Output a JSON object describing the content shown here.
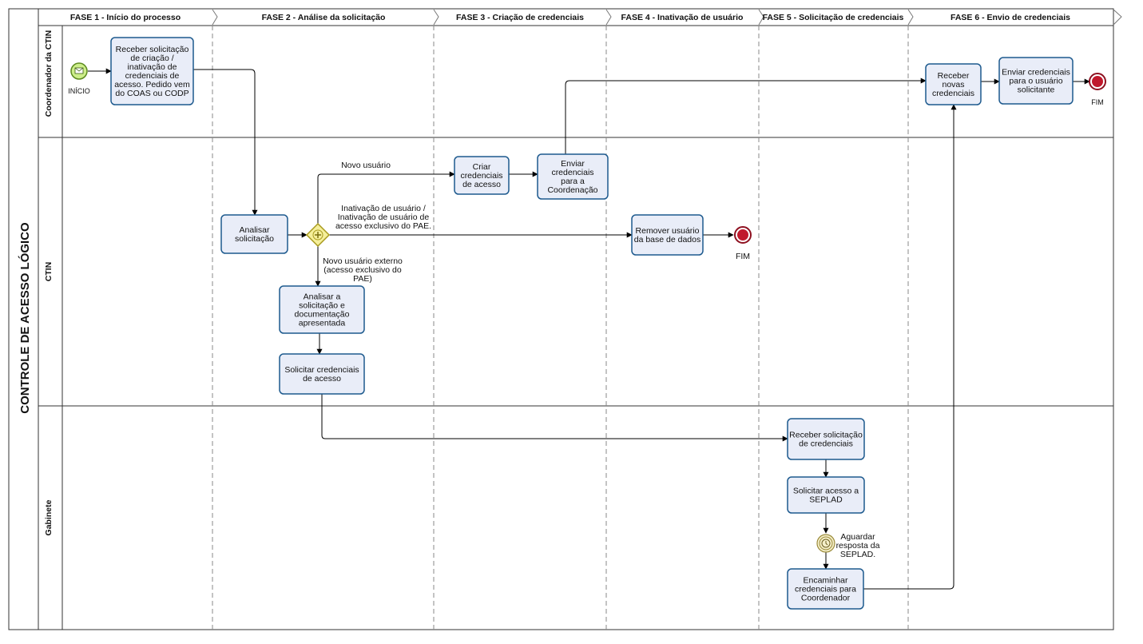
{
  "pool": {
    "title": "CONTROLE DE ACESSO LÓGICO"
  },
  "phases": [
    "FASE 1 - Início do processo",
    "FASE 2 - Análise da solicitação",
    "FASE 3 - Criação de credenciais",
    "FASE 4 - Inativação de usuário",
    "FASE 5 - Solicitação de credenciais",
    "FASE 6 - Envio de credenciais"
  ],
  "lanes": [
    "Coordenador da CTIN",
    "CTIN",
    "Gabinete"
  ],
  "tasks": {
    "receber_solicitacao": [
      "Receber solicitação",
      "de criação /",
      "inativação de",
      "credenciais de",
      "acesso. Pedido vem",
      "do COAS ou CODP"
    ],
    "analisar_solicitacao": [
      "Analisar",
      "solicitação"
    ],
    "criar_credenciais": [
      "Criar",
      "credenciais",
      "de acesso"
    ],
    "enviar_coordenacao": [
      "Enviar",
      "credenciais",
      "para a",
      "Coordenação"
    ],
    "remover_usuario": [
      "Remover usuário",
      "da base de dados"
    ],
    "analisar_documentacao": [
      "Analisar a",
      "solicitação e",
      "documentação",
      "apresentada"
    ],
    "solicitar_credenciais": [
      "Solicitar credenciais",
      "de acesso"
    ],
    "receber_novas": [
      "Receber",
      "novas",
      "credenciais"
    ],
    "enviar_usuario": [
      "Enviar credenciais",
      "para o usuário",
      "solicitante"
    ],
    "receber_solicitacao_credenciais": [
      "Receber solicitação",
      "de credenciais"
    ],
    "solicitar_acesso": [
      "Solicitar acesso a",
      "SEPLAD"
    ],
    "encaminhar_credenciais": [
      "Encaminhar",
      "credenciais para",
      "Coordenador"
    ]
  },
  "events": {
    "start_label": "INÍCIO",
    "end_coord_label": "FIM",
    "end_ctin_label": "FIM",
    "timer_label": [
      "Aguardar",
      "resposta da",
      "SEPLAD."
    ]
  },
  "flow_labels": {
    "novo_usuario": [
      "Novo usuário"
    ],
    "inativacao": [
      "Inativação de usuário /",
      "Inativação de usuário de",
      "acesso exclusivo do PAE."
    ],
    "novo_externo": [
      "Novo usuário externo",
      "(acesso exclusivo do",
      "PAE)"
    ]
  },
  "colors": {
    "task_fill": "#e9edf8",
    "task_stroke": "#1d5a8e",
    "start_fill": "#cdee8a",
    "start_stroke": "#5c8a1e",
    "end_fill": "#c0182c",
    "end_stroke": "#8e1020",
    "gateway_fill": "#f5ef9a",
    "gateway_stroke": "#a89a1e",
    "timer_fill": "#f5efc9",
    "timer_stroke": "#9a8a3a"
  }
}
